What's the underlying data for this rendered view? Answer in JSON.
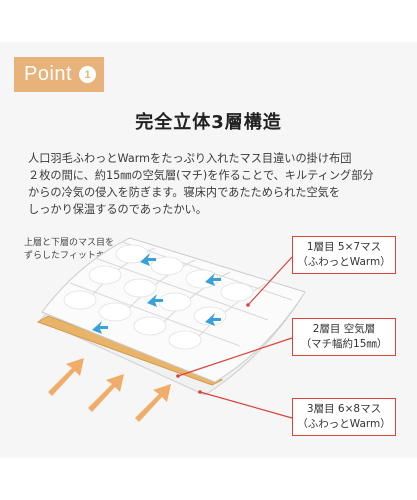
{
  "badge": {
    "label": "Point",
    "number": "1"
  },
  "title": "完全立体3層構造",
  "description": [
    "人口羽毛ふわっとWarmをたっぷり入れたマス目違いの掛け布団",
    "２枚の間に、約15㎜の空気層(マチ)を作ることで、キルティング部分",
    "からの冷気の侵入を防ぎます。寝床内であたためられた空気を",
    "しっかり保温するのであったかい。"
  ],
  "side_note": [
    "上層と下層のマス目を",
    "ずらしたフィットキルト"
  ],
  "callouts": [
    {
      "line1": "1層目 5×7マス",
      "line2": "（ふわっとWarm）"
    },
    {
      "line1": "2層目 空気層",
      "line2": "（マチ幅約15㎜）"
    },
    {
      "line1": "3層目 6×8マス",
      "line2": "（ふわっとWarm）"
    }
  ],
  "colors": {
    "accent": "#e8b37a",
    "callout_border": "#d9433a",
    "air_layer": "#e8b46a",
    "blue_arrow": "#3aa0d8",
    "orange_arrow": "#f0a45a"
  },
  "icons": [
    "blue-air-arrow-icon",
    "orange-warm-arrow-icon"
  ]
}
